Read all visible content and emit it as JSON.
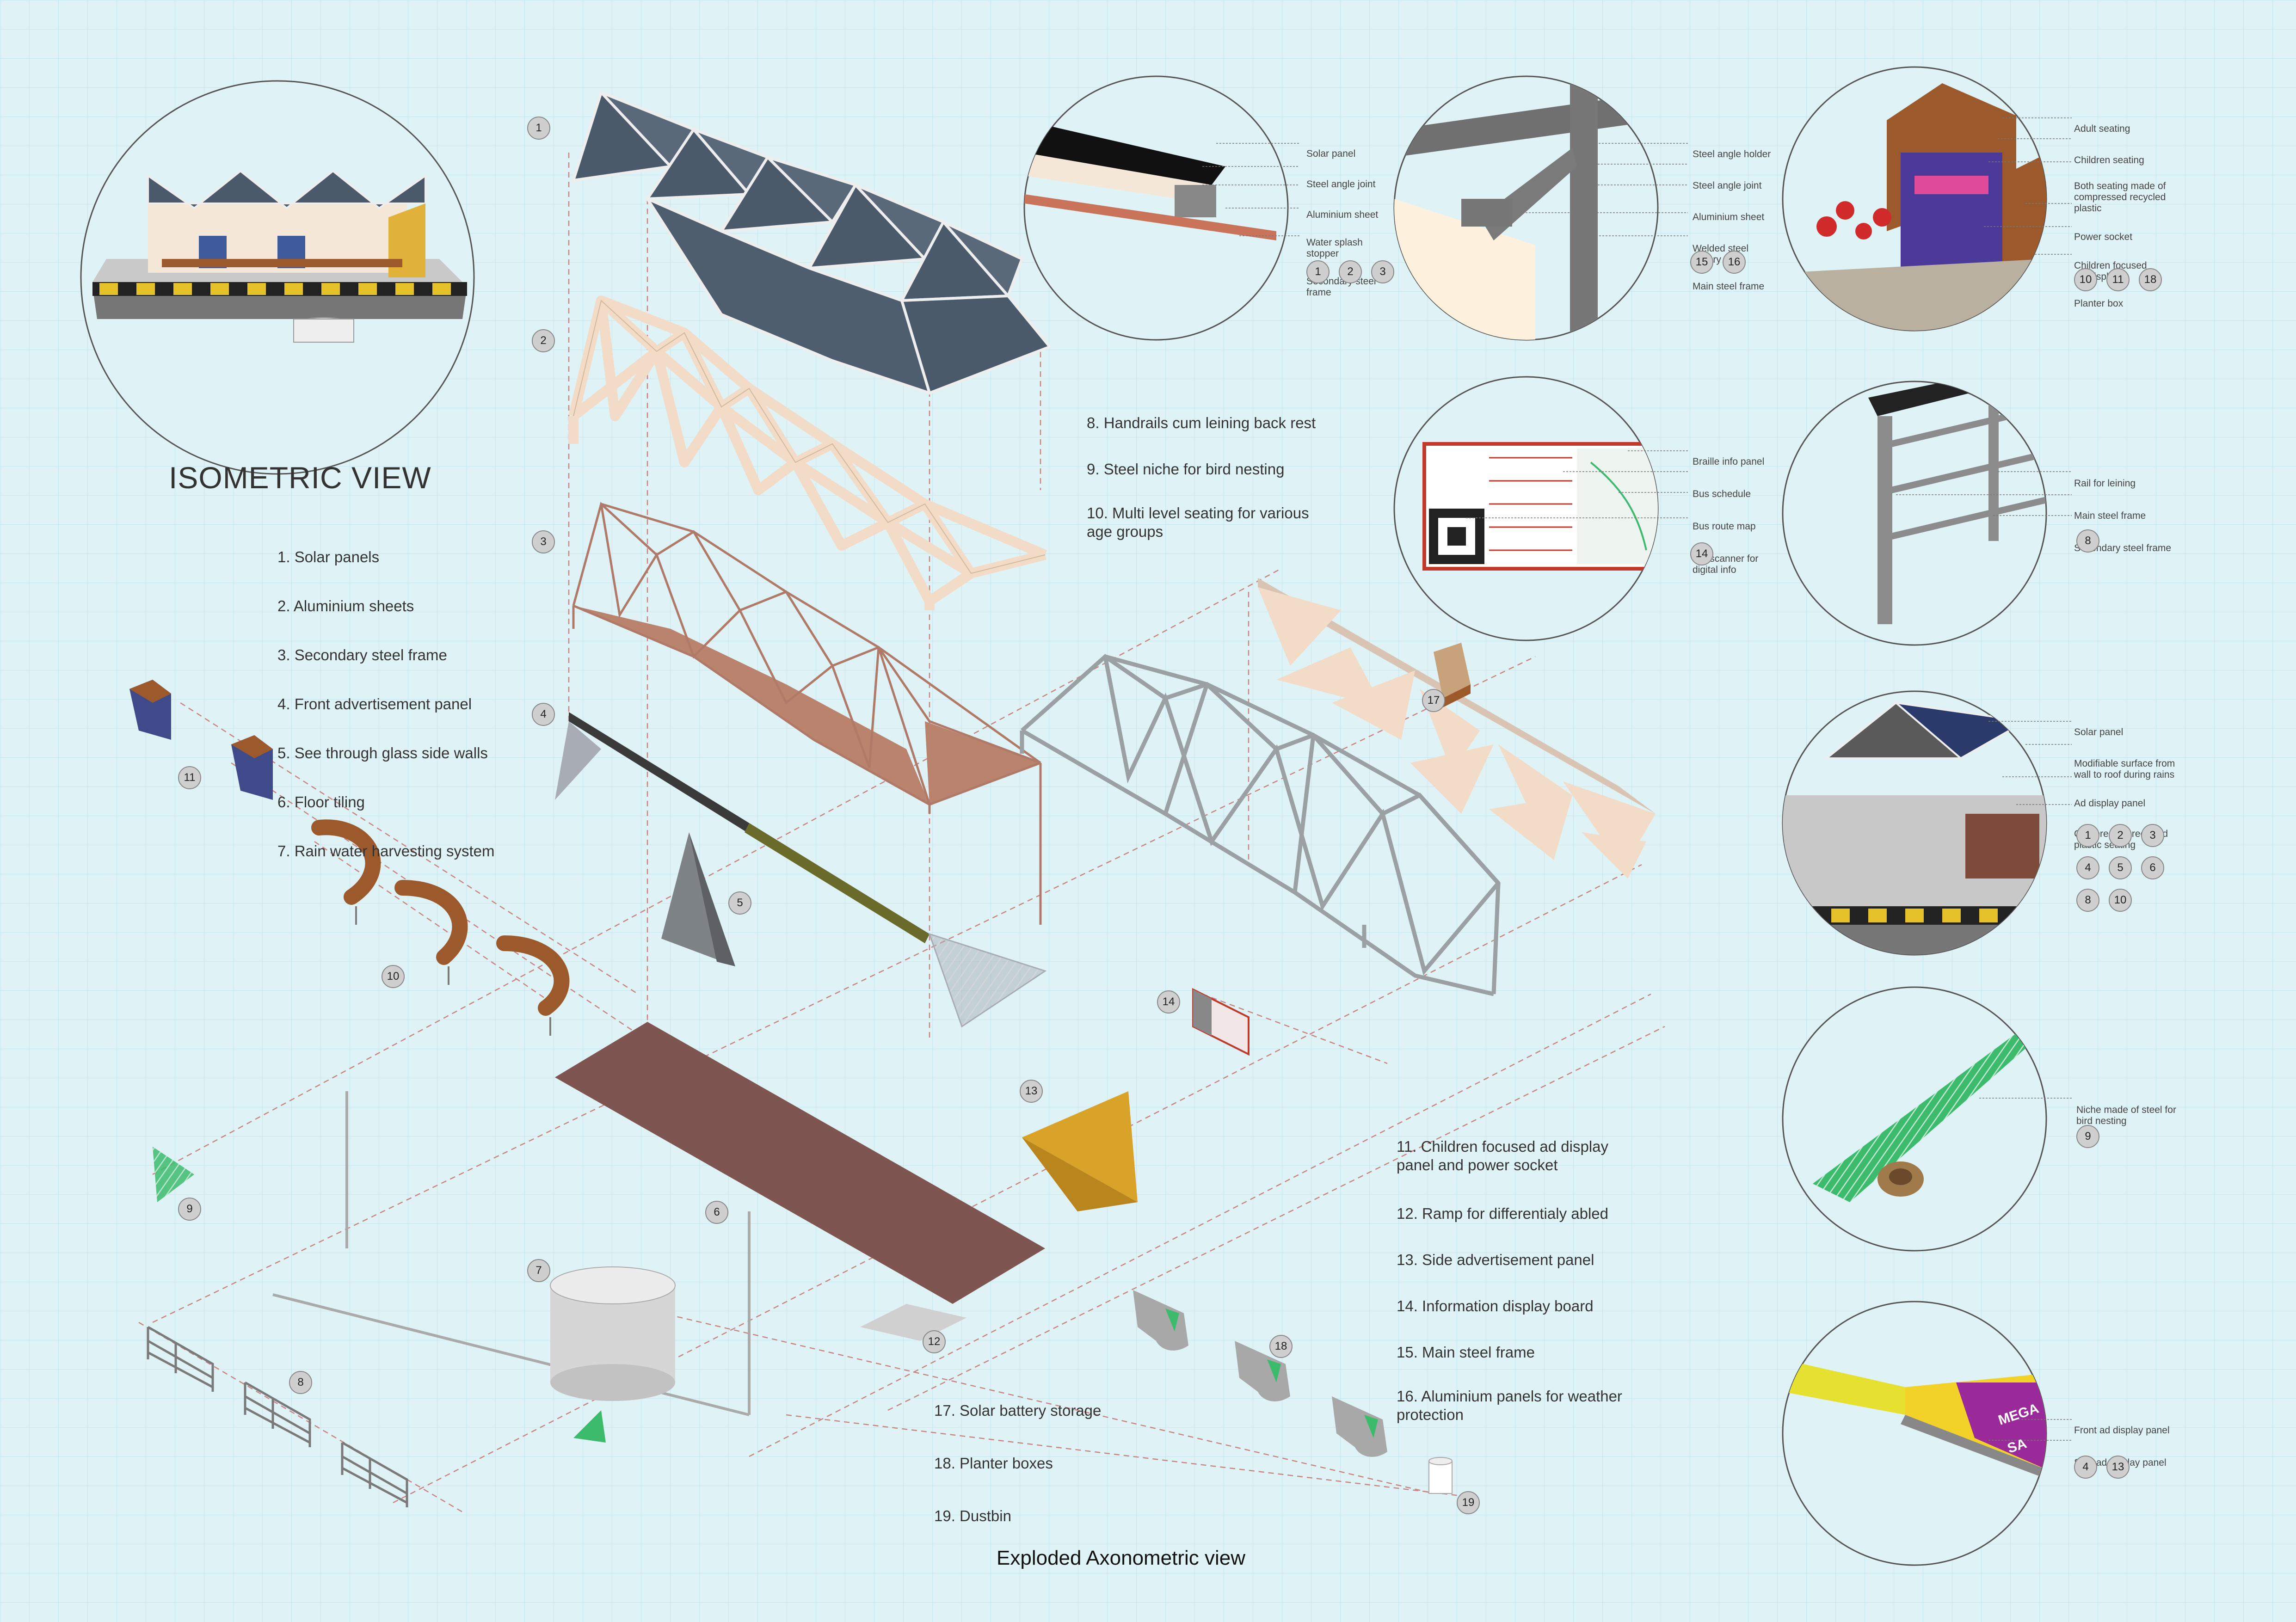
{
  "isometric_title": "ISOMETRIC VIEW",
  "caption": "Exploded Axonometric view",
  "list_a": [
    "1. Solar panels",
    "2. Aluminium sheets",
    "3. Secondary steel frame",
    "4. Front advertisement panel",
    "5. See through glass side walls",
    "6. Floor tiling",
    "7. Rain water harvesting system"
  ],
  "list_b": [
    "8. Handrails cum leining back rest",
    "9. Steel niche for bird nesting",
    "10. Multi level seating for various\n      age groups"
  ],
  "list_c": [
    "11. Children focused ad display\n      panel and power socket",
    "12. Ramp for differentialy abled",
    "13. Side advertisement panel",
    "14. Information display board",
    "15. Main steel frame",
    "16. Aluminium panels for weather\n      protection"
  ],
  "list_d": [
    "17. Solar battery storage",
    "18. Planter boxes",
    "19. Dustbin"
  ],
  "markers": [
    "1",
    "2",
    "3",
    "4",
    "5",
    "6",
    "7",
    "8",
    "9",
    "10",
    "11",
    "12",
    "13",
    "14",
    "17",
    "18",
    "19"
  ],
  "detail_1": {
    "labels": [
      "Solar panel",
      "Steel angle joint",
      "Aluminium sheet",
      "Water splash\nstopper",
      "Secondary steel\nframe"
    ],
    "badges": [
      "1",
      "2",
      "3"
    ]
  },
  "detail_2": {
    "labels": [
      "Steel angle holder",
      "Steel angle joint",
      "Aluminium sheet",
      "Welded steel\njoinery",
      "Main steel frame"
    ],
    "badges": [
      "15",
      "16"
    ]
  },
  "detail_3": {
    "labels": [
      "Adult seating",
      "Children seating",
      "Both seating made of\ncompressed recycled\nplastic",
      "Power socket",
      "Children focused\nAd display",
      "Planter box"
    ],
    "badges": [
      "10",
      "11",
      "18"
    ]
  },
  "detail_4": {
    "labels": [
      "Braille info panel",
      "Bus schedule",
      "Bus route map",
      "QR scanner for\ndigital info"
    ],
    "badges": [
      "14"
    ]
  },
  "detail_5": {
    "labels": [
      "Rail for leining",
      "Main steel frame",
      "Secondary steel frame"
    ],
    "badges": [
      "8"
    ]
  },
  "detail_6": {
    "labels": [
      "Solar panel",
      "Modifiable surface from\nwall to roof during rains",
      "Ad display panel",
      "Compressed recycled\nplastic seating"
    ],
    "badges": [
      "1",
      "2",
      "3",
      "4",
      "5",
      "6",
      "8",
      "10"
    ]
  },
  "detail_7": {
    "labels": [
      "Niche made of steel for\nbird nesting"
    ],
    "badges": [
      "9"
    ]
  },
  "detail_8": {
    "labels": [
      "Front ad display panel",
      "Side ad display panel"
    ],
    "badges": [
      "4",
      "13"
    ],
    "ad_text": [
      "MEGA",
      "SA"
    ]
  },
  "colors": {
    "roof": "#4b5a6a",
    "timber": "#f2dcc8",
    "steel": "#9aa0a4",
    "floor": "#7e5550",
    "seat": "#9c5a2c",
    "yellow": "#d9a228",
    "green": "#3dbb6c"
  }
}
